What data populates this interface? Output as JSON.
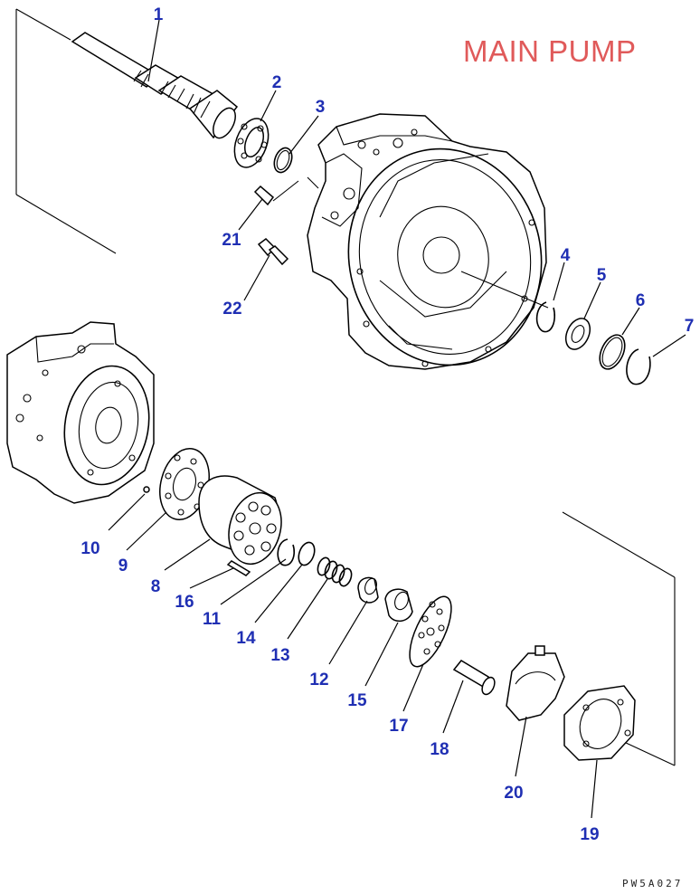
{
  "title": "MAIN PUMP",
  "drawing_code": "PW5A027",
  "callouts": [
    "1",
    "2",
    "3",
    "4",
    "5",
    "6",
    "7",
    "8",
    "9",
    "10",
    "11",
    "12",
    "13",
    "14",
    "15",
    "16",
    "17",
    "18",
    "19",
    "20",
    "21",
    "22"
  ],
  "colors": {
    "title": "#e05a5a",
    "callout": "#1f2fb3",
    "line": "#000000",
    "background": "#ffffff"
  }
}
